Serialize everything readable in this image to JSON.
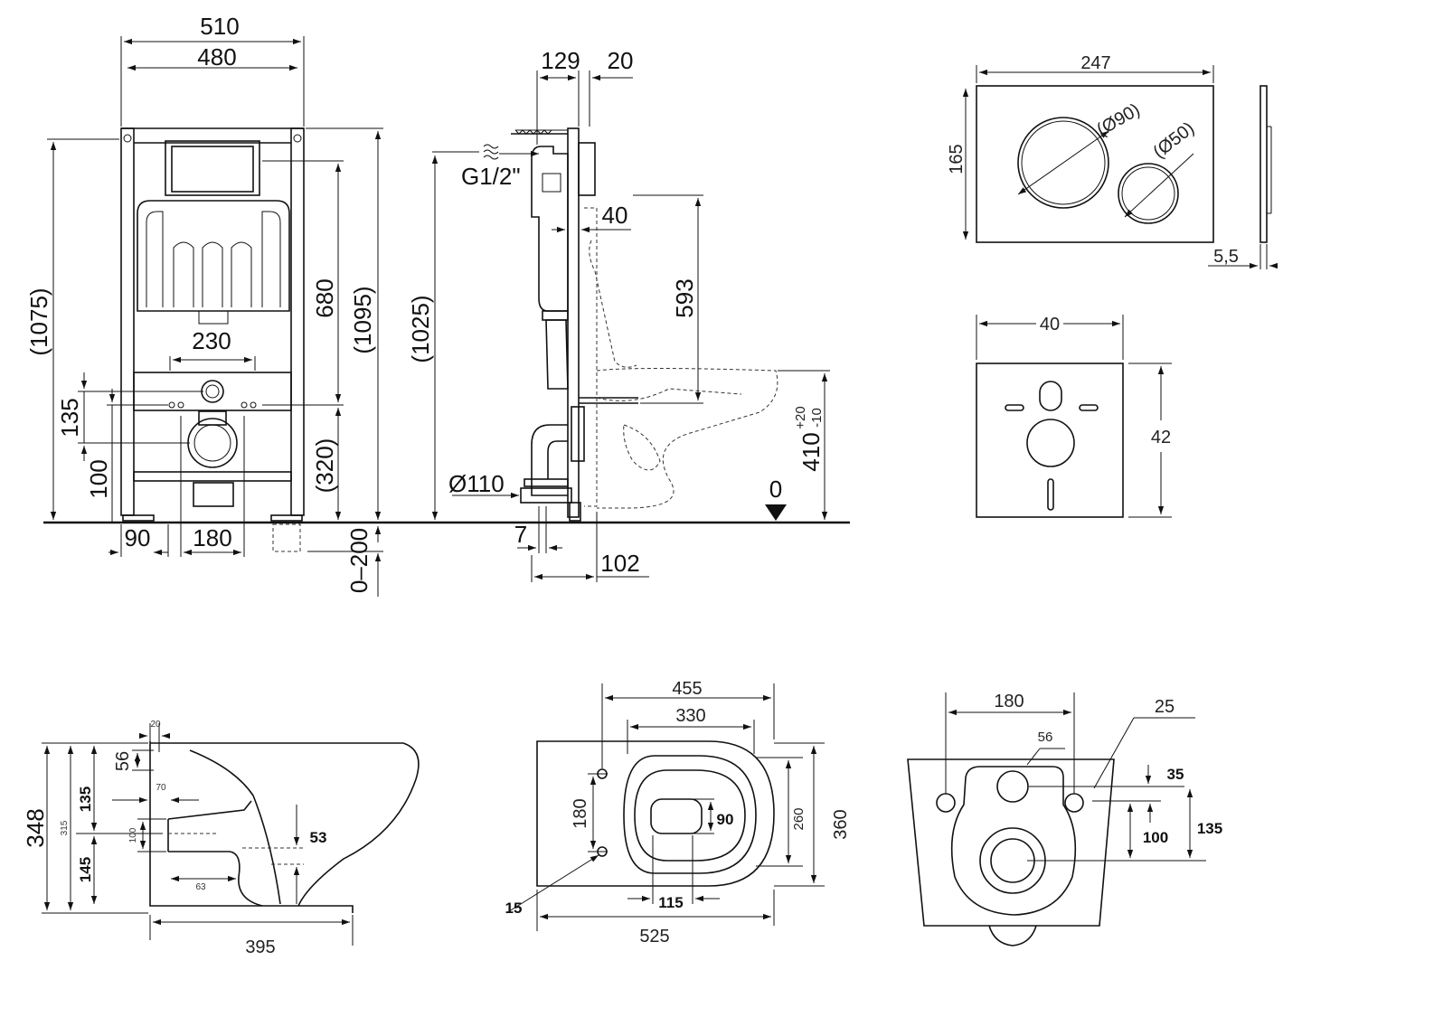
{
  "frame_front": {
    "w510": "510",
    "w480": "480",
    "h1075": "(1075)",
    "h680": "680",
    "h1095": "(1095)",
    "w230": "230",
    "h135": "135",
    "h100": "100",
    "h320": "(320)",
    "w90": "90",
    "w180": "180",
    "h0_200": "0–200"
  },
  "frame_side": {
    "w129": "129",
    "w20": "20",
    "pipe": "G1/2\"",
    "w40": "40",
    "h1025": "(1025)",
    "h593": "593",
    "d110": "Ø110",
    "w7": "7",
    "w102": "102",
    "h410": "410",
    "tol_plus": "+20",
    "tol_minus": "-10",
    "zero": "0"
  },
  "flush_plate": {
    "w247": "247",
    "h165": "165",
    "d90": "(Ø90)",
    "d50": "(Ø50)",
    "t55": "5,5"
  },
  "gasket": {
    "w40": "40",
    "h42": "42"
  },
  "bowl_side": {
    "h348": "348",
    "h315": "315",
    "t20": "20",
    "h56": "56",
    "h135": "135",
    "d70": "70",
    "h100": "100",
    "h145": "145",
    "d53": "53",
    "d63": "63",
    "w395": "395"
  },
  "bowl_top": {
    "w455": "455",
    "w330": "330",
    "h180": "180",
    "h90": "90",
    "h260": "260",
    "h360": "360",
    "d15": "15",
    "w115": "115",
    "w525": "525"
  },
  "bowl_back": {
    "w180": "180",
    "d25": "25",
    "d56": "56",
    "h35": "35",
    "h100": "100",
    "h135": "135"
  }
}
